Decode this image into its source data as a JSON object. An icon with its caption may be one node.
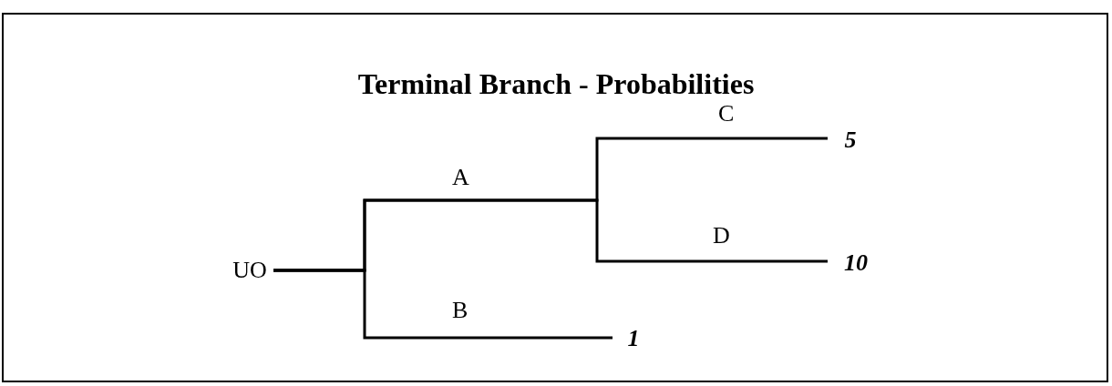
{
  "diagram": {
    "title": "Terminal Branch - Probabilities",
    "nodes": [
      {
        "text": [
          "UO"
        ]
      },
      {
        "text": [
          "5"
        ]
      },
      {
        "text": [
          "10"
        ]
      },
      {
        "text": [
          "1"
        ]
      }
    ],
    "edges": [
      {
        "from": 0,
        "to": 1,
        "arrow": "none",
        "label": "C"
      },
      {
        "from": 0,
        "to": 2,
        "arrow": "none",
        "label": "D"
      },
      {
        "from": 0,
        "to": 3,
        "arrow": "none",
        "label": "B"
      }
    ],
    "labels": [
      "A"
    ]
  }
}
